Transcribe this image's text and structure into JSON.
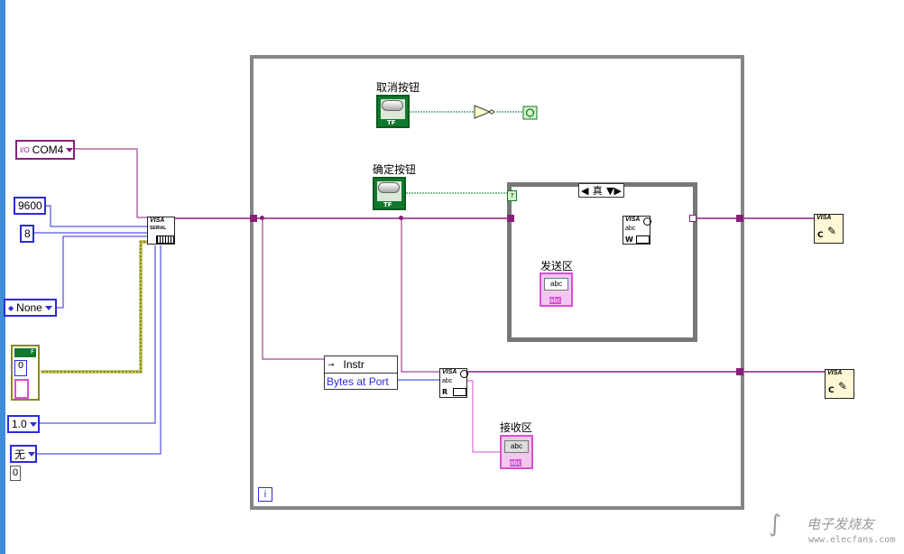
{
  "inputs": {
    "resource_name": "COM4",
    "resource_prefix": "I/O",
    "baud_rate": "9600",
    "data_bits": "8",
    "parity": "None",
    "stop_bits": "1.0",
    "flow_control": "无",
    "flow_control_extra": "0",
    "termination_value": "0",
    "termination_flag": "F"
  },
  "loop": {
    "cancel_label": "取消按钮",
    "confirm_label": "确定按钮",
    "send_label": "发送区",
    "receive_label": "接收区",
    "iteration": "i",
    "case_selector": "真",
    "property_class": "Instr",
    "property_item": "Bytes at Port",
    "tf": "TF",
    "abc": "abc"
  },
  "nodes": {
    "serial_config": "VISA",
    "serial_sub": "SERIAL",
    "write": "VISA",
    "read": "VISA",
    "close": "VISA"
  },
  "watermark": {
    "line1": "电子发烧友",
    "line2": "www.elecfans.com"
  },
  "colors": {
    "visa_wire": "#8a1f7a",
    "numeric_wire": "#2b2bd6",
    "bool_wire": "#0f7a2e",
    "string_wire": "#d94fd0",
    "cluster_wire": "#8a8a1a"
  }
}
